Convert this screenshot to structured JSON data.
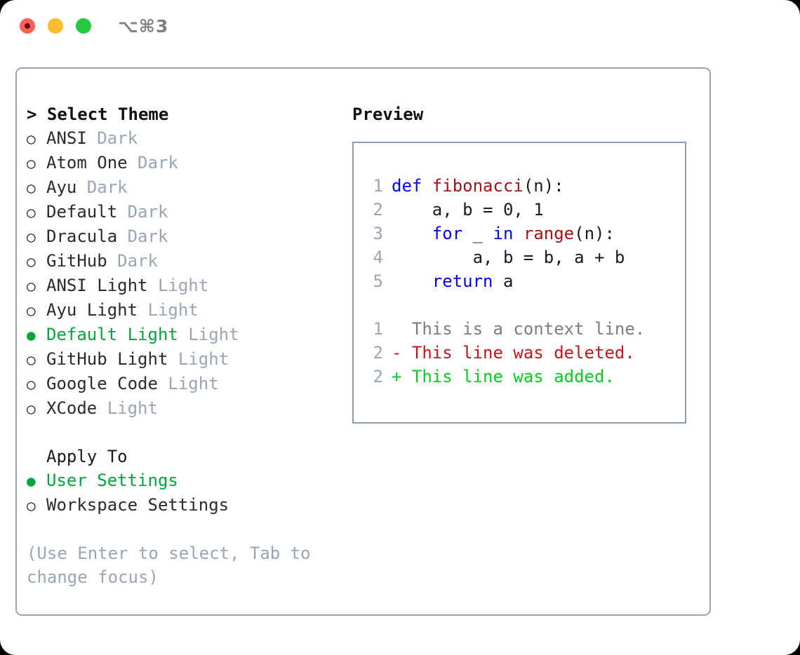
{
  "window": {
    "title": "⌥⌘3",
    "traffic_lights": [
      {
        "name": "close",
        "color": "#ff5f57"
      },
      {
        "name": "minimize",
        "color": "#ffbd2e"
      },
      {
        "name": "maximize",
        "color": "#28c840"
      }
    ]
  },
  "colors": {
    "accent_green": "#00a63b",
    "muted": "#9aa6b6",
    "border": "#9aa6b6",
    "keyword_blue": "#0000ee",
    "function_red": "#a01418",
    "diff_added": "#00cc22",
    "diff_deleted": "#c4161c",
    "diff_context": "#7d7d7d"
  },
  "theme_picker": {
    "caret": ">",
    "heading": "Select Theme",
    "bullet_unselected": "○",
    "bullet_selected": "●",
    "items": [
      {
        "label": "ANSI",
        "variant": "Dark",
        "selected": false
      },
      {
        "label": "Atom One",
        "variant": "Dark",
        "selected": false
      },
      {
        "label": "Ayu",
        "variant": "Dark",
        "selected": false
      },
      {
        "label": "Default",
        "variant": "Dark",
        "selected": false
      },
      {
        "label": "Dracula",
        "variant": "Dark",
        "selected": false
      },
      {
        "label": "GitHub",
        "variant": "Dark",
        "selected": false
      },
      {
        "label": "ANSI Light",
        "variant": "Light",
        "selected": false
      },
      {
        "label": "Ayu Light",
        "variant": "Light",
        "selected": false
      },
      {
        "label": "Default Light",
        "variant": "Light",
        "selected": true
      },
      {
        "label": "GitHub Light",
        "variant": "Light",
        "selected": false
      },
      {
        "label": "Google Code",
        "variant": "Light",
        "selected": false
      },
      {
        "label": "XCode",
        "variant": "Light",
        "selected": false
      }
    ]
  },
  "apply_to": {
    "heading": "Apply To",
    "items": [
      {
        "label": "User Settings",
        "selected": true
      },
      {
        "label": "Workspace Settings",
        "selected": false
      }
    ]
  },
  "hint": "(Use Enter to select, Tab to change focus)",
  "preview": {
    "title": "Preview",
    "code_lines": [
      {
        "no": "1",
        "tokens": [
          {
            "t": "def ",
            "c": "kw"
          },
          {
            "t": "fibonacci",
            "c": "fn"
          },
          {
            "t": "(n):",
            "c": "p"
          }
        ]
      },
      {
        "no": "2",
        "tokens": [
          {
            "t": "    a, b = 0, 1",
            "c": "p"
          }
        ]
      },
      {
        "no": "3",
        "tokens": [
          {
            "t": "    ",
            "c": "p"
          },
          {
            "t": "for",
            "c": "kw"
          },
          {
            "t": " _ ",
            "c": "p"
          },
          {
            "t": "in",
            "c": "kw"
          },
          {
            "t": " ",
            "c": "p"
          },
          {
            "t": "range",
            "c": "fn"
          },
          {
            "t": "(n):",
            "c": "p"
          }
        ]
      },
      {
        "no": "4",
        "tokens": [
          {
            "t": "        a, b = b, a + b",
            "c": "p"
          }
        ]
      },
      {
        "no": "5",
        "tokens": [
          {
            "t": "    ",
            "c": "p"
          },
          {
            "t": "return",
            "c": "kw"
          },
          {
            "t": " a",
            "c": "p"
          }
        ]
      }
    ],
    "diff_lines": [
      {
        "no": "1",
        "marker": " ",
        "text": " This is a context line.",
        "kind": "ctx"
      },
      {
        "no": "2",
        "marker": "-",
        "text": " This line was deleted.",
        "kind": "del"
      },
      {
        "no": "2",
        "marker": "+",
        "text": " This line was added.",
        "kind": "add"
      }
    ]
  }
}
